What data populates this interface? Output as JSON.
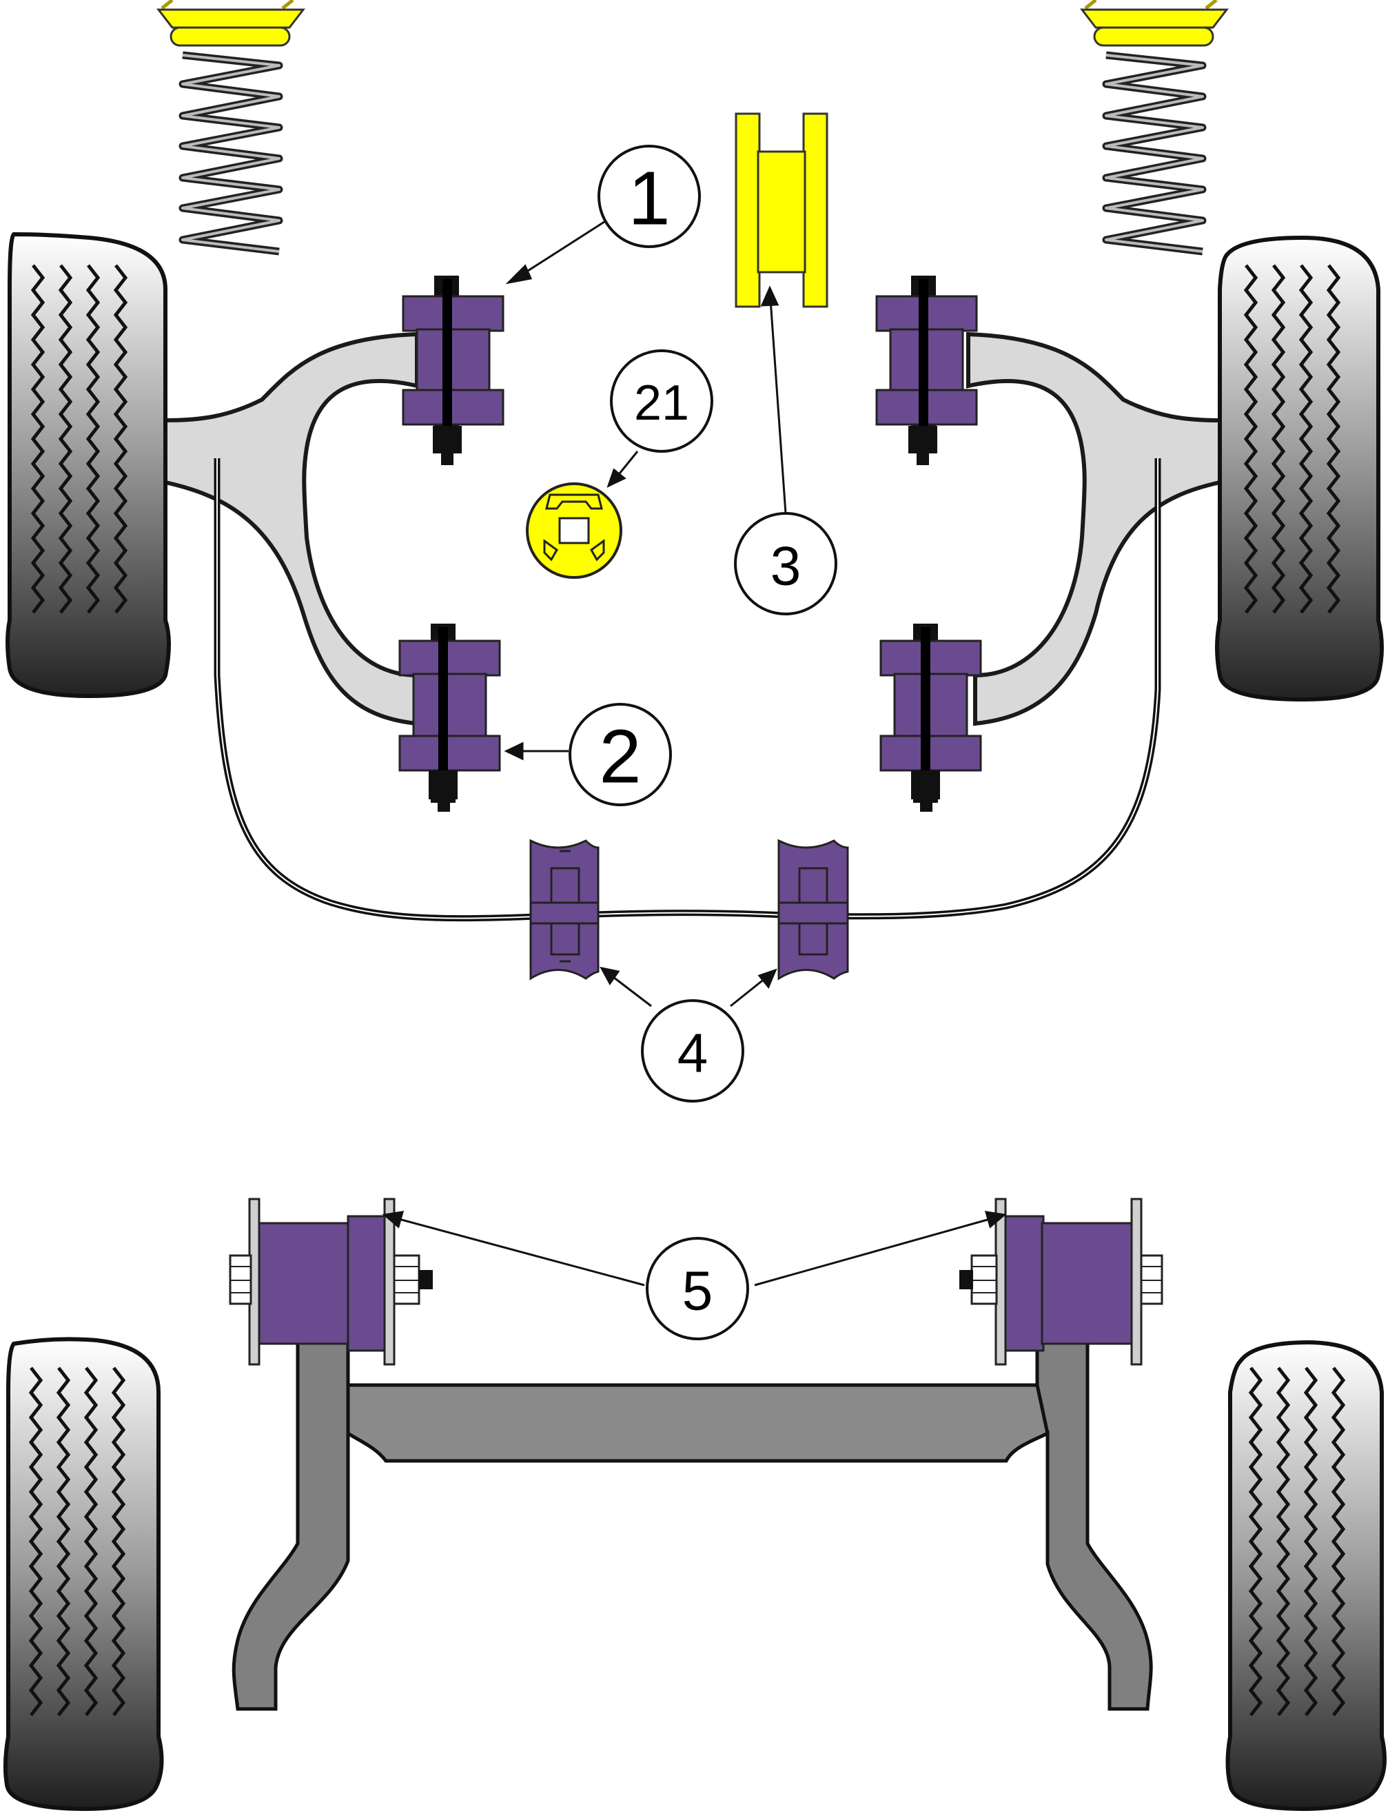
{
  "callouts": [
    {
      "id": "1",
      "label": "1"
    },
    {
      "id": "2",
      "label": "2"
    },
    {
      "id": "3",
      "label": "3"
    },
    {
      "id": "4",
      "label": "4"
    },
    {
      "id": "5",
      "label": "5"
    },
    {
      "id": "21",
      "label": "21"
    }
  ],
  "colors": {
    "bush_purple": "#6b4b8f",
    "bush_yellow": "#ffff00",
    "arm_light": "#d9d9d9",
    "beam_gray": "#808080",
    "outline": "#1a1a1a"
  }
}
